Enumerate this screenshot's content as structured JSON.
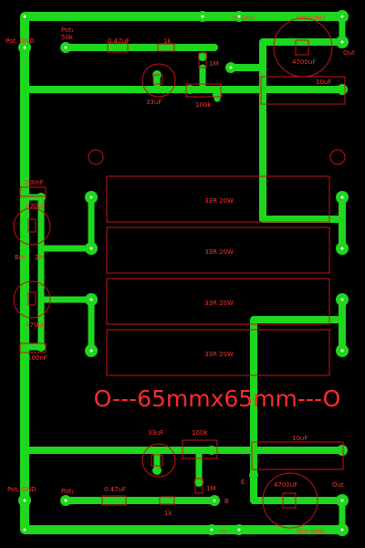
{
  "labels": {
    "pot_gnd_top": "Pot, GND",
    "pot1_top": "Pot₁",
    "pot1_top_val": "50k",
    "cap_047_top": "0.47uF",
    "res_1k_top": "1k",
    "in_gnd_top": "In GND",
    "out_gnd_top": "Out GND",
    "cap_4700_top": "4700uF",
    "out_top": "Out",
    "res_1m_top": "1M",
    "cap_33_top": "33uF",
    "res_100k_top": "100k",
    "cap_10_top": "10uF",
    "cap_100nf_top": "100nF",
    "cap_470_top": "470uF",
    "pin_b": "Bm",
    "pin_e": "2M",
    "cap_470_bottom": "470uF",
    "cap_100nf_bottom": "100nF",
    "cap_33_bottom": "33uF",
    "res_100k_bottom": "100k",
    "cap_10_bottom": "10uF",
    "pin_e_bottom": "E",
    "cap_4700_bottom": "4700uF",
    "out_bottom": "Out",
    "res_1m_bottom": "1M",
    "pot_gnd_bottom": "Pot, GND",
    "pot1_bottom": "Pot₁",
    "cap_047_bottom": "0.47uF",
    "res_1k_bottom": "1k",
    "pin_b_bottom": "B",
    "in_bottom": "In",
    "out_gnd_bottom": "Out GND",
    "res_33r_1": "33R 20W",
    "res_33r_2": "33R 20W",
    "res_33r_3": "33R 20W",
    "res_33r_4": "33R 20W",
    "dimension": "O---65mmx65mm---O"
  },
  "colors": {
    "board": "#000000",
    "trace": "#1ed81e",
    "silkscreen": "#ff3030",
    "hole": "#ffffff"
  }
}
